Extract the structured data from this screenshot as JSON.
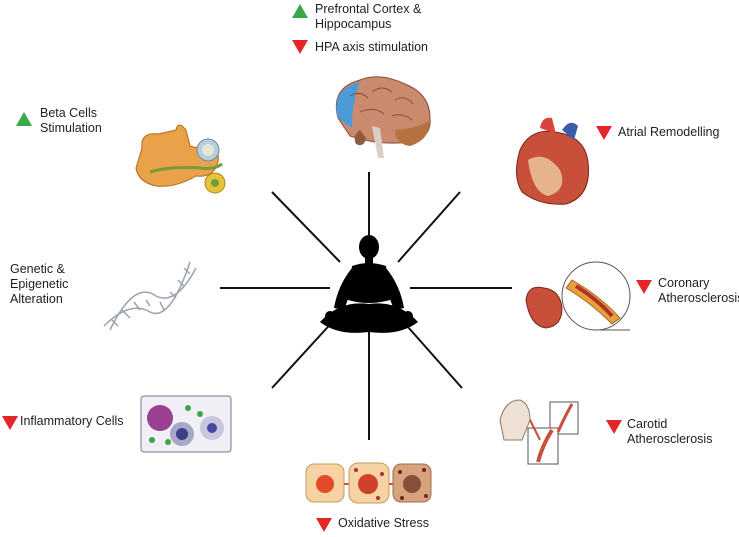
{
  "center": {
    "figure": "meditating-person-silhouette"
  },
  "items": {
    "brain_top": {
      "label": "Prefrontal Cortex &\nHippocampus",
      "direction": "up"
    },
    "hpa": {
      "label": "HPA axis stimulation",
      "direction": "down"
    },
    "beta": {
      "label": "Beta Cells\nStimulation",
      "direction": "up"
    },
    "atrial": {
      "label": "Atrial Remodelling",
      "direction": "down"
    },
    "genetic": {
      "label": "Genetic &\nEpigenetic\nAlteration"
    },
    "coronary": {
      "label": "Coronary\nAtherosclerosis",
      "direction": "down"
    },
    "inflammatory": {
      "label": "Inflammatory Cells",
      "direction": "down"
    },
    "carotid": {
      "label": "Carotid\nAtherosclerosis",
      "direction": "down"
    },
    "oxidative": {
      "label": "Oxidative Stress",
      "direction": "down"
    }
  },
  "colors": {
    "up": "#3aa845",
    "down": "#e52628",
    "spoke": "#111111"
  }
}
